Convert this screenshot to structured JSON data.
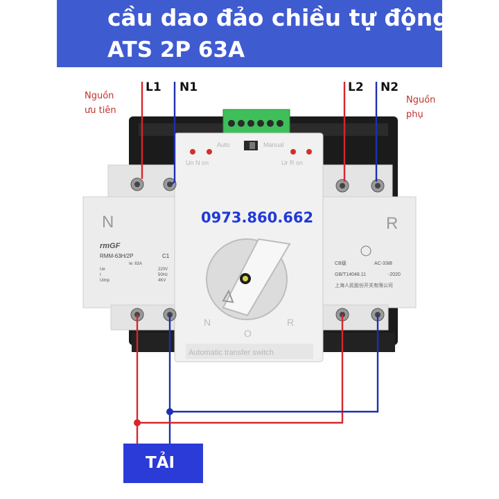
{
  "banner": {
    "title_line1": "cầu dao đảo chiều tự động",
    "title_line2": "ATS 2P 63A",
    "bg_color": "#3f5bd0"
  },
  "terminals": {
    "l1": "L1",
    "n1": "N1",
    "l2": "L2",
    "n2": "N2"
  },
  "sources": {
    "primary_line1": "Nguồn",
    "primary_line2": "ưu tiên",
    "backup_line1": "Nguồn",
    "backup_line2": "phụ"
  },
  "device": {
    "phone": "0973.860.662",
    "brand": "rmGF",
    "model": "RMM-63H/2P",
    "class": "C1",
    "spec_labels": [
      "Ue",
      "I",
      "Uimp"
    ],
    "spec_current": "Ie: 63A",
    "spec_values": [
      "220V",
      "50Hz",
      "4KV"
    ],
    "cert_code": "CB级",
    "cert_ac": "AC-33iB",
    "standard": "GB/T14048.11",
    "standard_year": "-2020",
    "maker": "上海人民股份开关有限公司",
    "mode_auto": "Auto",
    "mode_manual": "Manual",
    "ind_left": "Un  N on",
    "ind_right": "Ur  R on",
    "side_left": "N",
    "side_right": "R",
    "dial_n": "N",
    "dial_o": "O",
    "dial_r": "R",
    "footer": "Automatic transfer switch"
  },
  "load": {
    "label": "TẢI",
    "bg_color": "#2a3bd8"
  },
  "colors": {
    "live_wire": "#d8262a",
    "neutral_wire": "#1e2fb0",
    "device_body": "#ececec",
    "backplate": "#1a1a1a"
  }
}
